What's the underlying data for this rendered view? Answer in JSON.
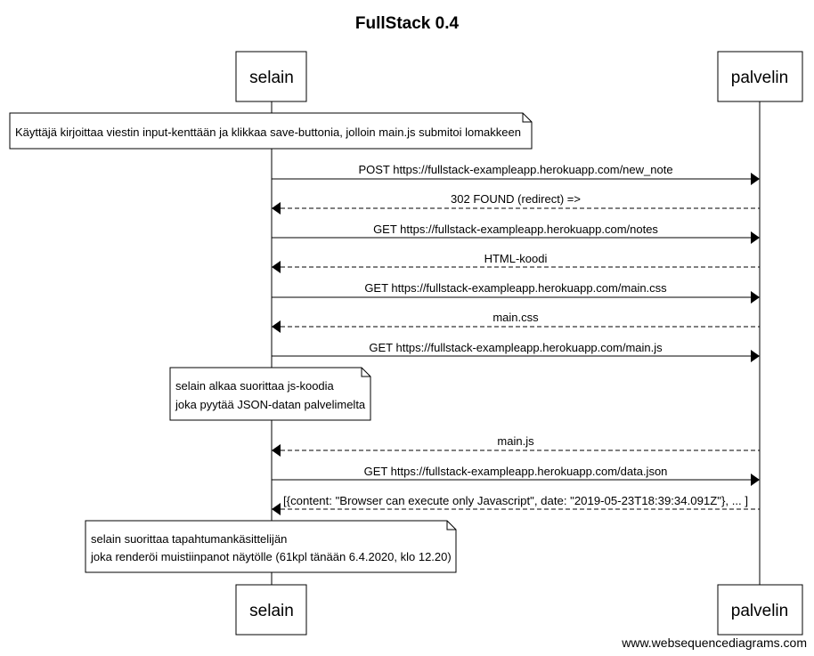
{
  "title": "FullStack 0.4",
  "actors": {
    "browser": "selain",
    "server": "palvelin"
  },
  "notes": {
    "n1": "Käyttäjä kirjoittaa viestin input-kenttään ja klikkaa save-buttonia, jolloin main.js submitoi lomakkeen",
    "n2_line1": "selain alkaa suorittaa js-koodia",
    "n2_line2": "joka pyytää JSON-datan palvelimelta",
    "n3_line1": "selain suorittaa tapahtumankäsittelijän",
    "n3_line2": "joka renderöi muistiinpanot näytölle (61kpl tänään 6.4.2020, klo 12.20)"
  },
  "messages": {
    "m1": "POST https://fullstack-exampleapp.herokuapp.com/new_note",
    "m2": "302 FOUND (redirect) =>",
    "m3": "GET https://fullstack-exampleapp.herokuapp.com/notes",
    "m4": "HTML-koodi",
    "m5": "GET https://fullstack-exampleapp.herokuapp.com/main.css",
    "m6": "main.css",
    "m7": "GET https://fullstack-exampleapp.herokuapp.com/main.js",
    "m8": "main.js",
    "m9": "GET https://fullstack-exampleapp.herokuapp.com/data.json",
    "m10": "[{content: \"Browser can execute only Javascript\", date: \"2019-05-23T18:39:34.091Z\"}, ... ]"
  },
  "footer": "www.websequencediagrams.com"
}
